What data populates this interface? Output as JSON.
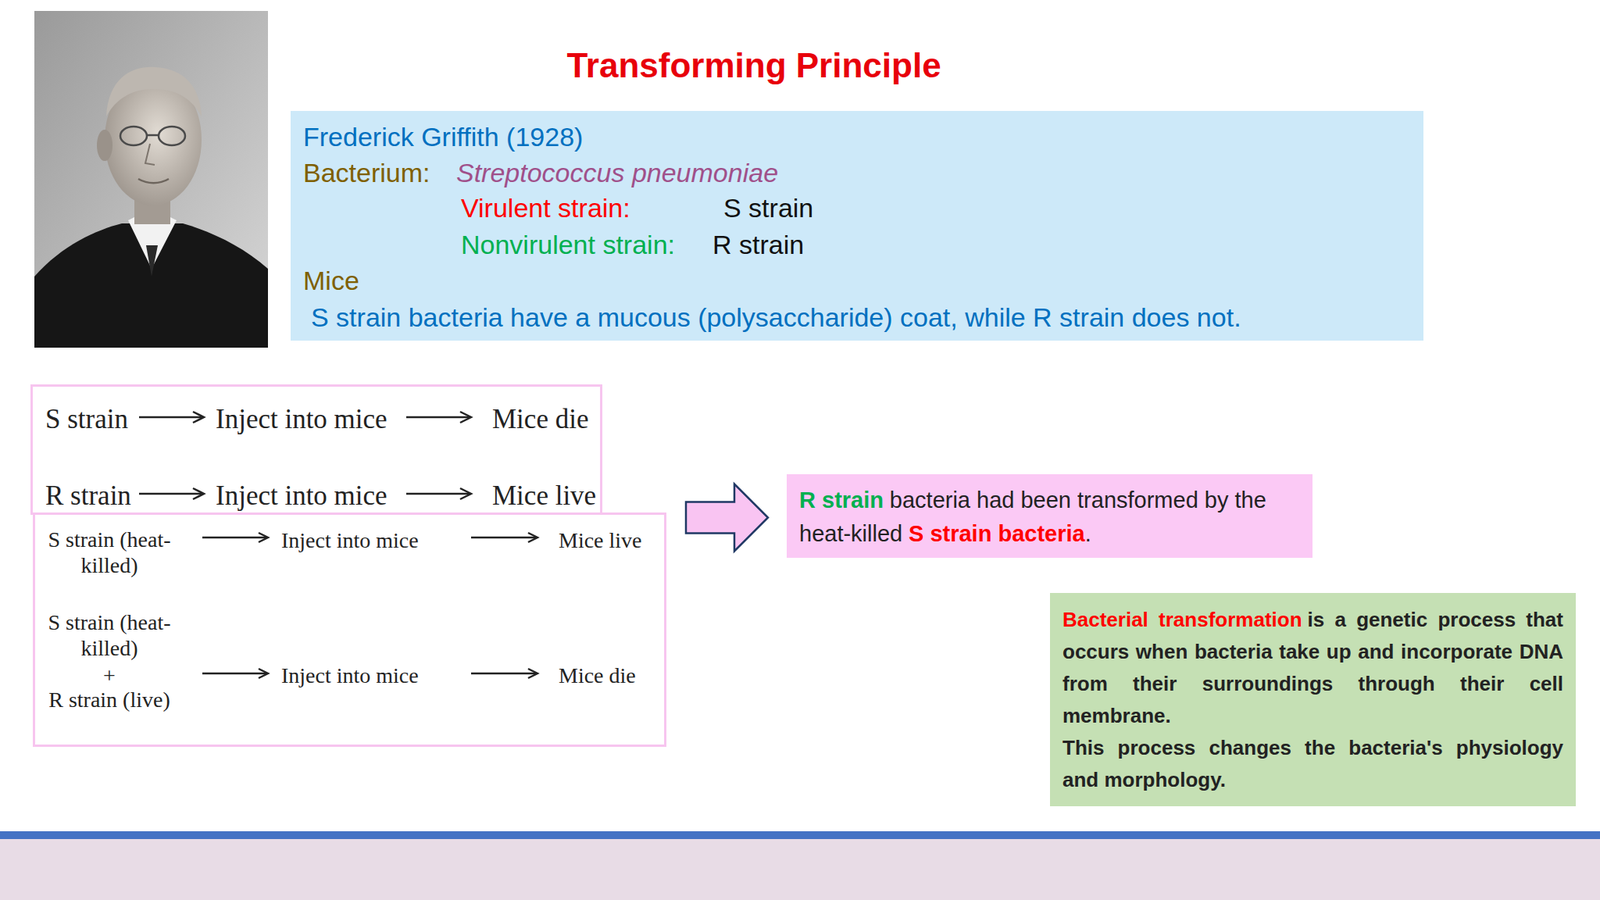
{
  "diagram": {
    "title": "Transforming Principle",
    "nodes": [
      {
        "text": [
          "Frederick Griffith (1928)",
          "Bacterium:",
          "Streptococcus pneumoniae",
          "Virulent strain:",
          "S strain",
          "Nonvirulent strain:",
          "R strain",
          "Mice",
          "S strain bacteria have a mucous (polysaccharide) coat, while R strain does not."
        ]
      },
      {
        "text": [
          "S strain",
          "Inject into mice",
          "Mice die",
          "R strain",
          "Inject into mice",
          "Mice live"
        ]
      },
      {
        "text": [
          "S strain (heat-killed)",
          "Inject into mice",
          "Mice live",
          "S strain (heat-killed)",
          "+",
          "R strain (live)",
          "Inject into mice",
          "Mice die"
        ]
      },
      {
        "text": [
          "R strain",
          "bacteria had been transformed by the heat-killed",
          "S strain bacteria",
          "."
        ]
      },
      {
        "text": [
          "Bacterial transformation",
          "is a genetic process that occurs when bacteria take up and incorporate DNA from their surroundings through their cell membrane.",
          "This process changes the bacteria's physiology and morphology."
        ]
      }
    ],
    "edges": [
      {
        "from": 2,
        "to": 3,
        "arrow": "to"
      }
    ]
  }
}
